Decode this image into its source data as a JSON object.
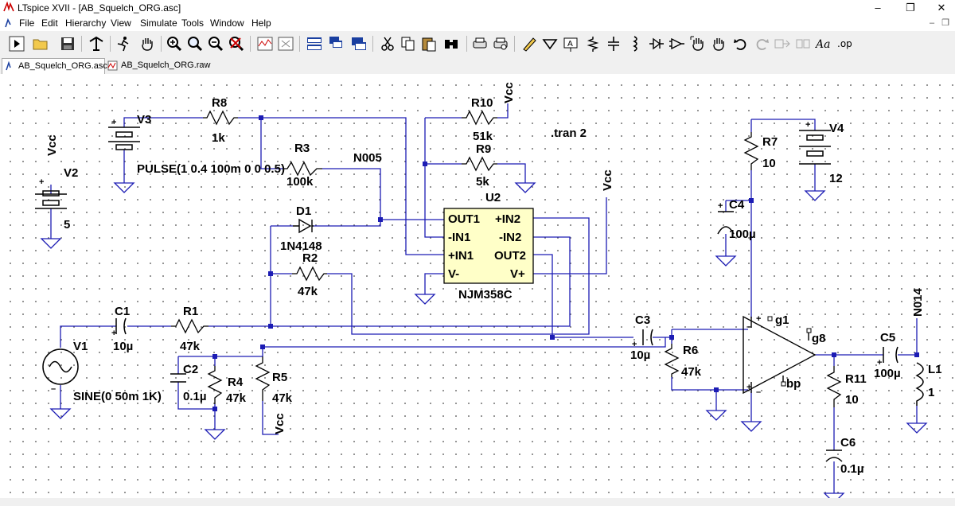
{
  "window": {
    "title": "LTspice XVII - [AB_Squelch_ORG.asc]",
    "minimize": "–",
    "restore": "❐",
    "close": "✕",
    "mdi_minimize": "–",
    "mdi_restore": "❐"
  },
  "menu": {
    "file": "File",
    "edit": "Edit",
    "hierarchy": "Hierarchy",
    "view": "View",
    "simulate": "Simulate",
    "tools": "Tools",
    "window": "Window",
    "help": "Help"
  },
  "tabs": [
    {
      "label": "AB_Squelch_ORG.asc",
      "icon": "schematic-icon",
      "active": true
    },
    {
      "label": "AB_Squelch_ORG.raw",
      "icon": "waveform-icon",
      "active": false
    }
  ],
  "schematic": {
    "directive": ".tran 2",
    "components": {
      "v1": {
        "name": "V1",
        "value": "SINE(0 50m 1K)"
      },
      "v2": {
        "name": "V2",
        "value": "5"
      },
      "v3": {
        "name": "V3",
        "value": "PULSE(1 0.4 100m 0 0 0.5)"
      },
      "v4": {
        "name": "V4",
        "value": "12"
      },
      "r1": {
        "name": "R1",
        "value": "47k"
      },
      "r2": {
        "name": "R2",
        "value": "47k"
      },
      "r3": {
        "name": "R3",
        "value": "100k"
      },
      "r4": {
        "name": "R4",
        "value": "47k"
      },
      "r5": {
        "name": "R5",
        "value": "47k"
      },
      "r6": {
        "name": "R6",
        "value": "47k"
      },
      "r7": {
        "name": "R7",
        "value": "10"
      },
      "r8": {
        "name": "R8",
        "value": "1k"
      },
      "r9": {
        "name": "R9",
        "value": "5k"
      },
      "r10": {
        "name": "R10",
        "value": "51k"
      },
      "r11": {
        "name": "R11",
        "value": "10"
      },
      "c1": {
        "name": "C1",
        "value": "10µ"
      },
      "c2": {
        "name": "C2",
        "value": "0.1µ"
      },
      "c3": {
        "name": "C3",
        "value": "10µ"
      },
      "c4": {
        "name": "C4",
        "value": "100µ"
      },
      "c5": {
        "name": "C5",
        "value": "100µ"
      },
      "c6": {
        "name": "C6",
        "value": "0.1µ"
      },
      "d1": {
        "name": "D1",
        "value": "1N4148"
      },
      "l1": {
        "name": "L1",
        "value": "1"
      },
      "u2": {
        "name": "U2",
        "value": "NJM358C",
        "pins": {
          "out1": "OUT1",
          "in1n": "-IN1",
          "in1p": "+IN1",
          "vminus": "V-",
          "in2p": "+IN2",
          "in2n": "-IN2",
          "out2": "OUT2",
          "vplus": "V+"
        }
      }
    },
    "nets": {
      "vcc": "Vcc",
      "n005": "N005",
      "n014": "N014",
      "g1": "g1",
      "g8": "g8",
      "bp": "bp"
    }
  }
}
